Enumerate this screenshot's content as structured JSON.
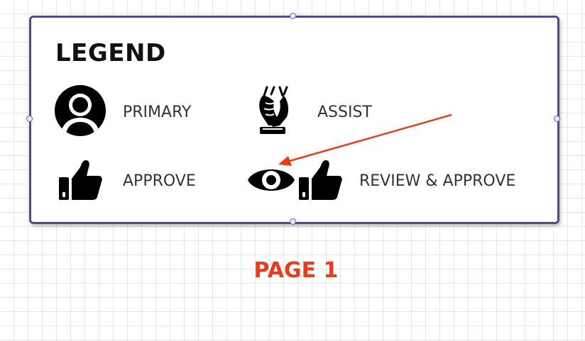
{
  "legend": {
    "title": "LEGEND",
    "items": [
      {
        "label": "PRIMARY",
        "icon": "person-avatar-icon"
      },
      {
        "label": "ASSIST",
        "icon": "helping-hands-icon"
      },
      {
        "label": "APPROVE",
        "icon": "thumbs-up-icon"
      },
      {
        "label": "REVIEW & APPROVE",
        "icon": [
          "eye-icon",
          "thumbs-up-icon"
        ]
      }
    ]
  },
  "page_label": "PAGE 1",
  "colors": {
    "box_border": "#4a4d8c",
    "page_label": "#e83c1e",
    "arrow": "#e83c1e",
    "icon": "#000000"
  }
}
